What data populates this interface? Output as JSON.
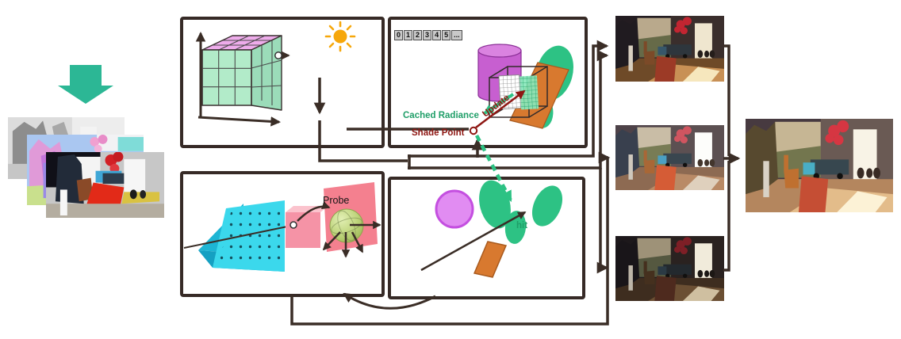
{
  "labels": {
    "cached_radiance": "Cached Radiance",
    "shade_point": "Shade Point",
    "update": "Update",
    "probe": "Probe",
    "hit": "hit",
    "frame_counter": [
      "0",
      "1",
      "2",
      "3",
      "4",
      "5",
      "..."
    ]
  },
  "colors": {
    "connector_dark": "#3a2d26",
    "label_green": "#1f9e68",
    "label_dark_red": "#8e1713",
    "input_arrow_teal": "#2cb795",
    "sun_orange": "#f6a70b",
    "cache_green": "#2dc284",
    "cylinder_magenta": "#c75fd0",
    "surface_orange": "#d8792f",
    "frustum_cyan": "#3bd8ec",
    "plane_pink": "#f4808f",
    "probe_sphere_green": "#bed47b",
    "violet_sphere": "#e18cf2",
    "voxel_top_pink": "#eeaceb",
    "voxel_front_green": "#b2ebc9"
  }
}
